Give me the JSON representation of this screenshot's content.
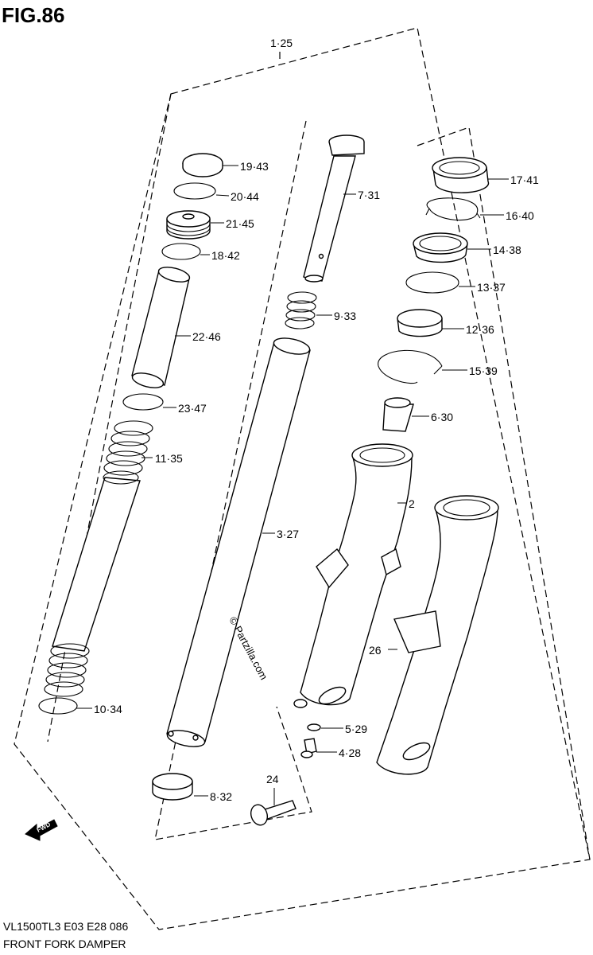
{
  "figure": {
    "title": "FIG.86",
    "code": "VL1500TL3  E03  E28  086",
    "name": "FRONT FORK DAMPER"
  },
  "watermark": "© Partzilla.com",
  "fwd_label": "FWD",
  "callouts": {
    "c1": "1·25",
    "c2": "2",
    "c3": "3·27",
    "c4": "4·28",
    "c5": "5·29",
    "c6": "6·30",
    "c7": "7·31",
    "c8": "8·32",
    "c9": "9·33",
    "c10": "10·34",
    "c11": "11·35",
    "c12": "12·36",
    "c13": "13·37",
    "c14": "14·38",
    "c15": "15·39",
    "c16": "16·40",
    "c17": "17·41",
    "c18": "18·42",
    "c19": "19·43",
    "c20": "20·44",
    "c21": "21·45",
    "c22": "22·46",
    "c23": "23·47",
    "c24": "24",
    "c26": "26"
  }
}
